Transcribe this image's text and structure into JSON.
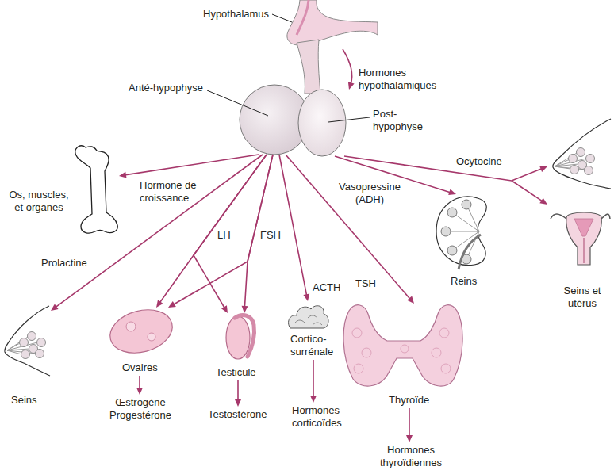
{
  "diagram": {
    "nodes": [
      {
        "text": [
          "Hypothalamus"
        ]
      },
      {
        "text": [
          "Anté-hypophyse"
        ]
      },
      {
        "text": [
          "Post- hypophyse"
        ]
      },
      {
        "text": [
          "Os, muscles, et organes"
        ]
      },
      {
        "text": [
          "Seins"
        ]
      },
      {
        "text": [
          "Ovaires"
        ]
      },
      {
        "text": [
          "Testicule"
        ]
      },
      {
        "text": [
          "Cortico- surrénale"
        ]
      },
      {
        "text": [
          "Thyroïde"
        ]
      },
      {
        "text": [
          "Reins"
        ]
      },
      {
        "text": [
          "Seins et utérus"
        ]
      },
      {
        "text": [
          "Œstrogène Progestérone"
        ]
      },
      {
        "text": [
          "Testostérone"
        ]
      },
      {
        "text": [
          "Hormones corticoïdes"
        ]
      },
      {
        "text": [
          "Hormones thyroïdiennes"
        ]
      }
    ],
    "edges": [
      {
        "from": 0,
        "to": 2,
        "arrow": "to",
        "label": "Hormones hypothalamiques"
      },
      {
        "from": 1,
        "to": 3,
        "arrow": "to",
        "label": "Hormone de croissance"
      },
      {
        "from": 1,
        "to": 4,
        "arrow": "to",
        "label": "Prolactine"
      },
      {
        "from": 1,
        "to": 5,
        "arrow": "to",
        "label": "LH"
      },
      {
        "from": 1,
        "to": 6,
        "arrow": "to"
      },
      {
        "from": 1,
        "to": 6,
        "arrow": "to",
        "label": "FSH"
      },
      {
        "from": 1,
        "to": 5,
        "arrow": "to"
      },
      {
        "from": 1,
        "to": 7,
        "arrow": "to",
        "label": "ACTH"
      },
      {
        "from": 1,
        "to": 8,
        "arrow": "to",
        "label": "TSH"
      },
      {
        "from": 2,
        "to": 9,
        "arrow": "to",
        "label": "Vasopressine (ADH)"
      },
      {
        "from": 2,
        "to": 10,
        "arrow": "to",
        "label": "Ocytocine"
      },
      {
        "from": 5,
        "to": 11,
        "arrow": "to"
      },
      {
        "from": 6,
        "to": 12,
        "arrow": "to"
      },
      {
        "from": 7,
        "to": 13,
        "arrow": "to"
      },
      {
        "from": 8,
        "to": 14,
        "arrow": "to"
      }
    ]
  }
}
